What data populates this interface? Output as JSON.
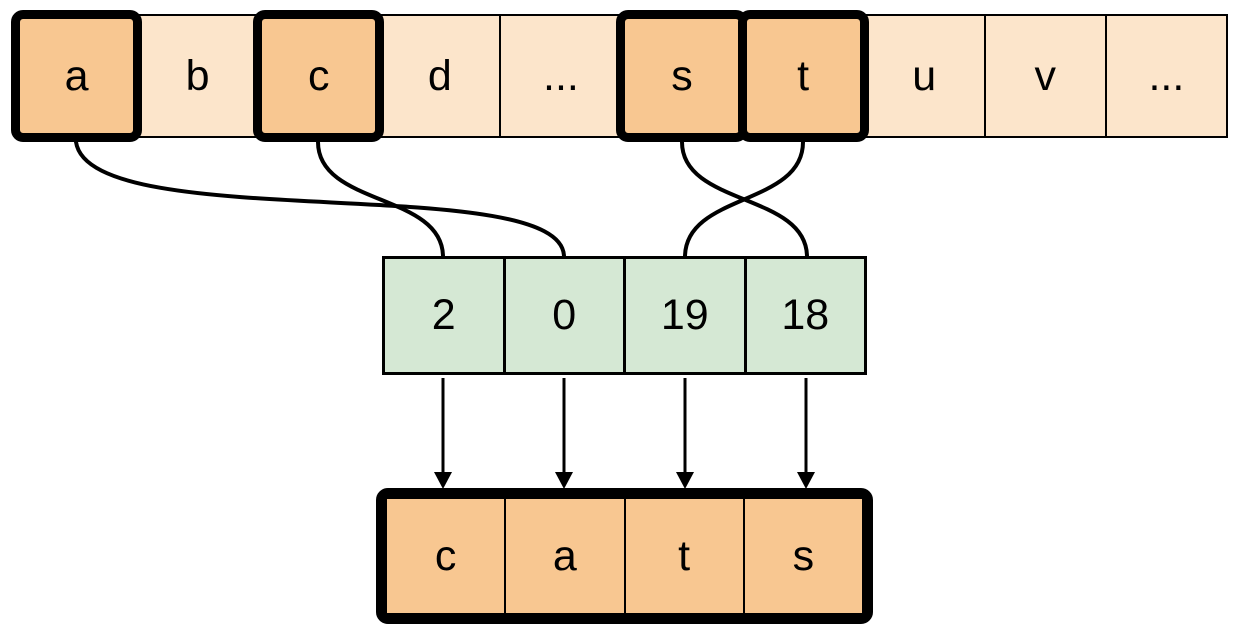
{
  "colors": {
    "background": "#ffffff",
    "cell_pale_orange": "#fce5cb",
    "cell_highlight_orange": "#f8c791",
    "cell_green": "#d5e8d4",
    "stroke": "#000000"
  },
  "alphabet_row": {
    "cells": [
      {
        "label": "a",
        "highlighted": true
      },
      {
        "label": "b",
        "highlighted": false
      },
      {
        "label": "c",
        "highlighted": true
      },
      {
        "label": "d",
        "highlighted": false
      },
      {
        "label": "...",
        "highlighted": false
      },
      {
        "label": "s",
        "highlighted": true
      },
      {
        "label": "t",
        "highlighted": true
      },
      {
        "label": "u",
        "highlighted": false
      },
      {
        "label": "v",
        "highlighted": false
      },
      {
        "label": "...",
        "highlighted": false
      }
    ]
  },
  "index_row": {
    "cells": [
      {
        "label": "2"
      },
      {
        "label": "0"
      },
      {
        "label": "19"
      },
      {
        "label": "18"
      }
    ]
  },
  "result_row": {
    "cells": [
      {
        "label": "c"
      },
      {
        "label": "a"
      },
      {
        "label": "t"
      },
      {
        "label": "s"
      }
    ]
  },
  "connections": {
    "letter_to_index": [
      {
        "from_letter": "a",
        "to_index_value": "0"
      },
      {
        "from_letter": "c",
        "to_index_value": "2"
      },
      {
        "from_letter": "s",
        "to_index_value": "18"
      },
      {
        "from_letter": "t",
        "to_index_value": "19"
      }
    ],
    "index_to_result": [
      {
        "from_index_value": "2",
        "to_result_letter": "c"
      },
      {
        "from_index_value": "0",
        "to_result_letter": "a"
      },
      {
        "from_index_value": "19",
        "to_result_letter": "t"
      },
      {
        "from_index_value": "18",
        "to_result_letter": "s"
      }
    ]
  }
}
